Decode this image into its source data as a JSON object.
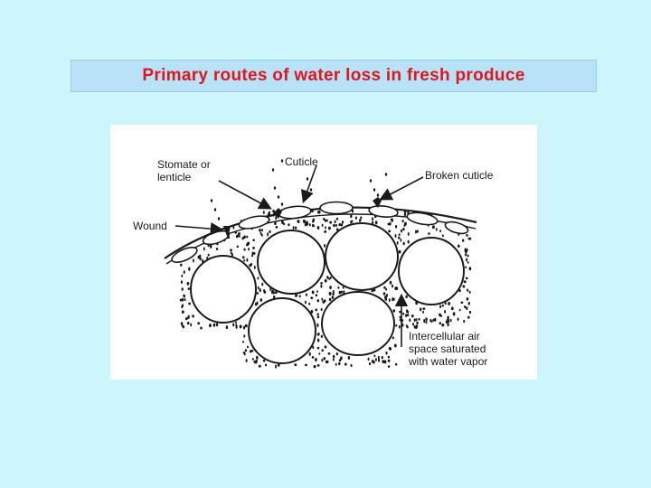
{
  "title": "Primary routes of water loss in fresh produce",
  "figure": {
    "labels": {
      "stomate_line1": "Stomate or",
      "stomate_line2": "lenticle",
      "cuticle": "Cuticle",
      "broken_cuticle": "Broken cuticle",
      "wound": "Wound",
      "air_space_line1": "Intercellular air",
      "air_space_line2": "space saturated",
      "air_space_line3": "with water vapor"
    }
  },
  "colors": {
    "background": "#ccf6fb",
    "title_bar": "#b7e2f7",
    "title_text": "#e0161d",
    "ink": "#1a1a1a"
  }
}
